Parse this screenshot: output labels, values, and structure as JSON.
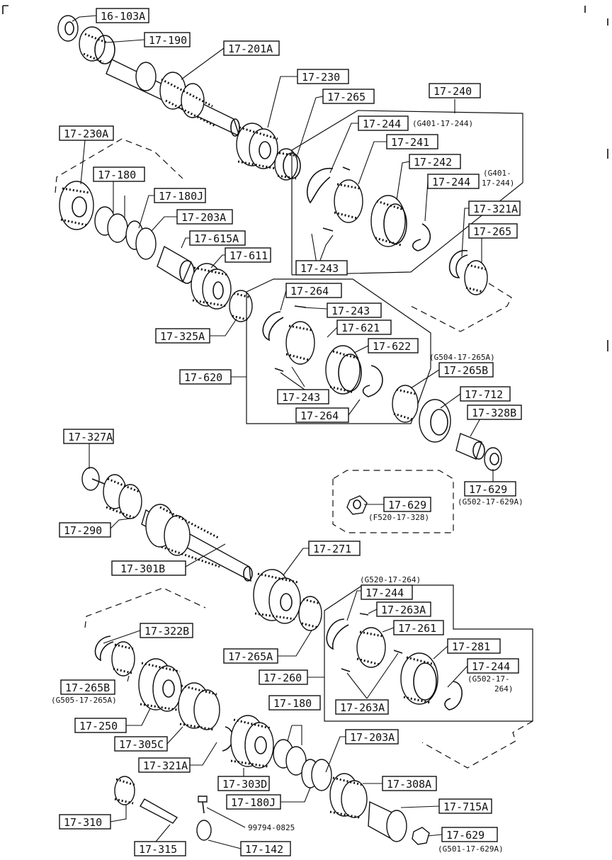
{
  "labels": [
    {
      "id": "l1",
      "text": "16-103A"
    },
    {
      "id": "l2",
      "text": "17-190"
    },
    {
      "id": "l3",
      "text": "17-201A"
    },
    {
      "id": "l4",
      "text": "17-230"
    },
    {
      "id": "l5",
      "text": "17-265"
    },
    {
      "id": "l6",
      "text": "17-240"
    },
    {
      "id": "l7",
      "text": "17-244"
    },
    {
      "id": "l8",
      "text": "17-241"
    },
    {
      "id": "l9",
      "text": "17-242"
    },
    {
      "id": "l10",
      "text": "17-244"
    },
    {
      "id": "l11",
      "text": "17-321A"
    },
    {
      "id": "l12",
      "text": "17-265"
    },
    {
      "id": "l13",
      "text": "17-243"
    },
    {
      "id": "l14",
      "text": "17-230A"
    },
    {
      "id": "l15",
      "text": "17-180"
    },
    {
      "id": "l16",
      "text": "17-180J"
    },
    {
      "id": "l17",
      "text": "17-203A"
    },
    {
      "id": "l18",
      "text": "17-615A"
    },
    {
      "id": "l19",
      "text": "17-611"
    },
    {
      "id": "l20",
      "text": "17-325A"
    },
    {
      "id": "l21",
      "text": "17-264"
    },
    {
      "id": "l22",
      "text": "17-243"
    },
    {
      "id": "l23",
      "text": "17-621"
    },
    {
      "id": "l24",
      "text": "17-622"
    },
    {
      "id": "l25",
      "text": "17-620"
    },
    {
      "id": "l26",
      "text": "17-243"
    },
    {
      "id": "l27",
      "text": "17-264"
    },
    {
      "id": "l28",
      "text": "17-265B"
    },
    {
      "id": "l29",
      "text": "17-712"
    },
    {
      "id": "l30",
      "text": "17-328B"
    },
    {
      "id": "l31",
      "text": "17-629"
    },
    {
      "id": "l32",
      "text": "17-629"
    },
    {
      "id": "l33",
      "text": "17-327A"
    },
    {
      "id": "l34",
      "text": "17-290"
    },
    {
      "id": "l35",
      "text": "17-301B"
    },
    {
      "id": "l36",
      "text": "17-271"
    },
    {
      "id": "l37",
      "text": "17-244"
    },
    {
      "id": "l38",
      "text": "17-263A"
    },
    {
      "id": "l39",
      "text": "17-261"
    },
    {
      "id": "l40",
      "text": "17-281"
    },
    {
      "id": "l41",
      "text": "17-244"
    },
    {
      "id": "l42",
      "text": "17-263A"
    },
    {
      "id": "l43",
      "text": "17-260"
    },
    {
      "id": "l44",
      "text": "17-265A"
    },
    {
      "id": "l45",
      "text": "17-322B"
    },
    {
      "id": "l46",
      "text": "17-265B"
    },
    {
      "id": "l47",
      "text": "17-250"
    },
    {
      "id": "l48",
      "text": "17-305C"
    },
    {
      "id": "l49",
      "text": "17-321A"
    },
    {
      "id": "l50",
      "text": "17-180"
    },
    {
      "id": "l51",
      "text": "17-203A"
    },
    {
      "id": "l52",
      "text": "17-303D"
    },
    {
      "id": "l53",
      "text": "17-308A"
    },
    {
      "id": "l54",
      "text": "17-180J"
    },
    {
      "id": "l55",
      "text": "17-715A"
    },
    {
      "id": "l56",
      "text": "17-629"
    },
    {
      "id": "l57",
      "text": "17-310"
    },
    {
      "id": "l58",
      "text": "17-315"
    },
    {
      "id": "l59",
      "text": "17-142"
    }
  ],
  "notes": [
    {
      "id": "n1",
      "text": "(G401-17-244)"
    },
    {
      "id": "n2",
      "text": "(G401-"
    },
    {
      "id": "n3",
      "text": "17-244)"
    },
    {
      "id": "n4",
      "text": "(G504-17-265A)"
    },
    {
      "id": "n5",
      "text": "(G502-17-629A)"
    },
    {
      "id": "n6",
      "text": "(F520-17-328)"
    },
    {
      "id": "n7",
      "text": "(G520-17-264)"
    },
    {
      "id": "n8",
      "text": "(G502-17-"
    },
    {
      "id": "n9",
      "text": "264)"
    },
    {
      "id": "n10",
      "text": "(G505-17-265A)"
    },
    {
      "id": "n11",
      "text": "99794-0825"
    },
    {
      "id": "n12",
      "text": "(G501-17-629A)"
    }
  ]
}
